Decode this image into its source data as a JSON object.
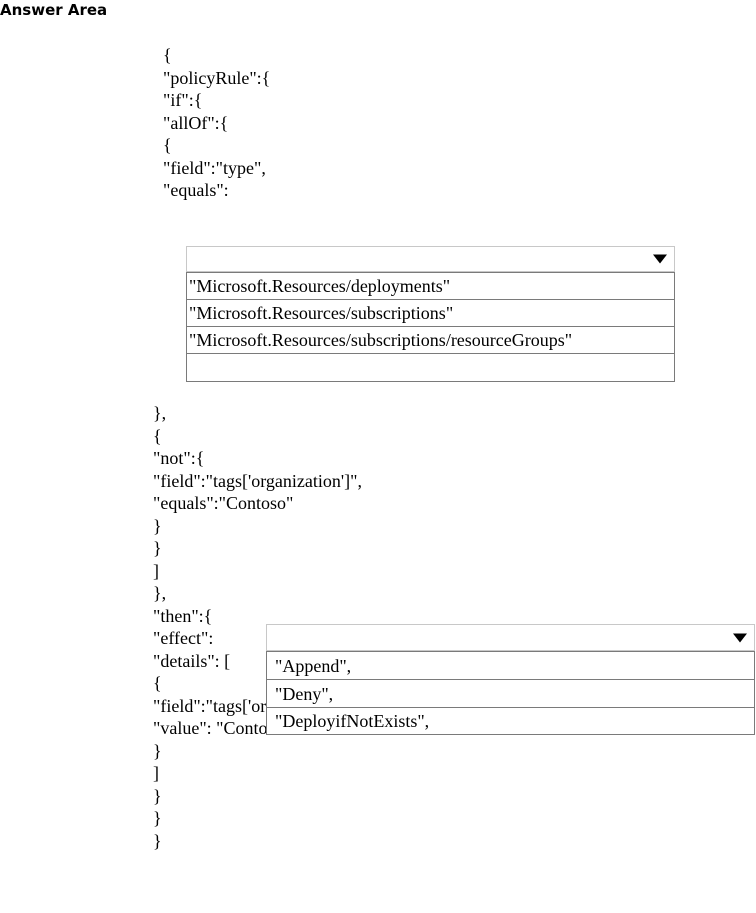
{
  "title": "Answer Area",
  "code_block_1": [
    "{",
    "\"policyRule\":{",
    "\"if\":{",
    "\"allOf\":{",
    "{",
    "\"field\":\"type\",",
    "\"equals\":"
  ],
  "dropdown_1": {
    "selected": "",
    "options": [
      "\"Microsoft.Resources/deployments\"",
      "\"Microsoft.Resources/subscriptions\"",
      "\"Microsoft.Resources/subscriptions/resourceGroups\"",
      ""
    ]
  },
  "code_block_2": [
    "},",
    "{",
    "\"not\":{",
    "\"field\":\"tags['organization']\",",
    "\"equals\":\"Contoso\"",
    "}",
    "}",
    "]",
    "},",
    "\"then\":{",
    "\"effect\":",
    "\"details\": [",
    "{",
    "\"field\":\"tags['organization']\",",
    "\"value\": \"Contoso\"",
    "}",
    "]",
    "}",
    "}",
    "}"
  ],
  "dropdown_2": {
    "selected": "",
    "options": [
      "\"Append\",",
      "\"Deny\",",
      "\"DeployifNotExists\","
    ]
  }
}
